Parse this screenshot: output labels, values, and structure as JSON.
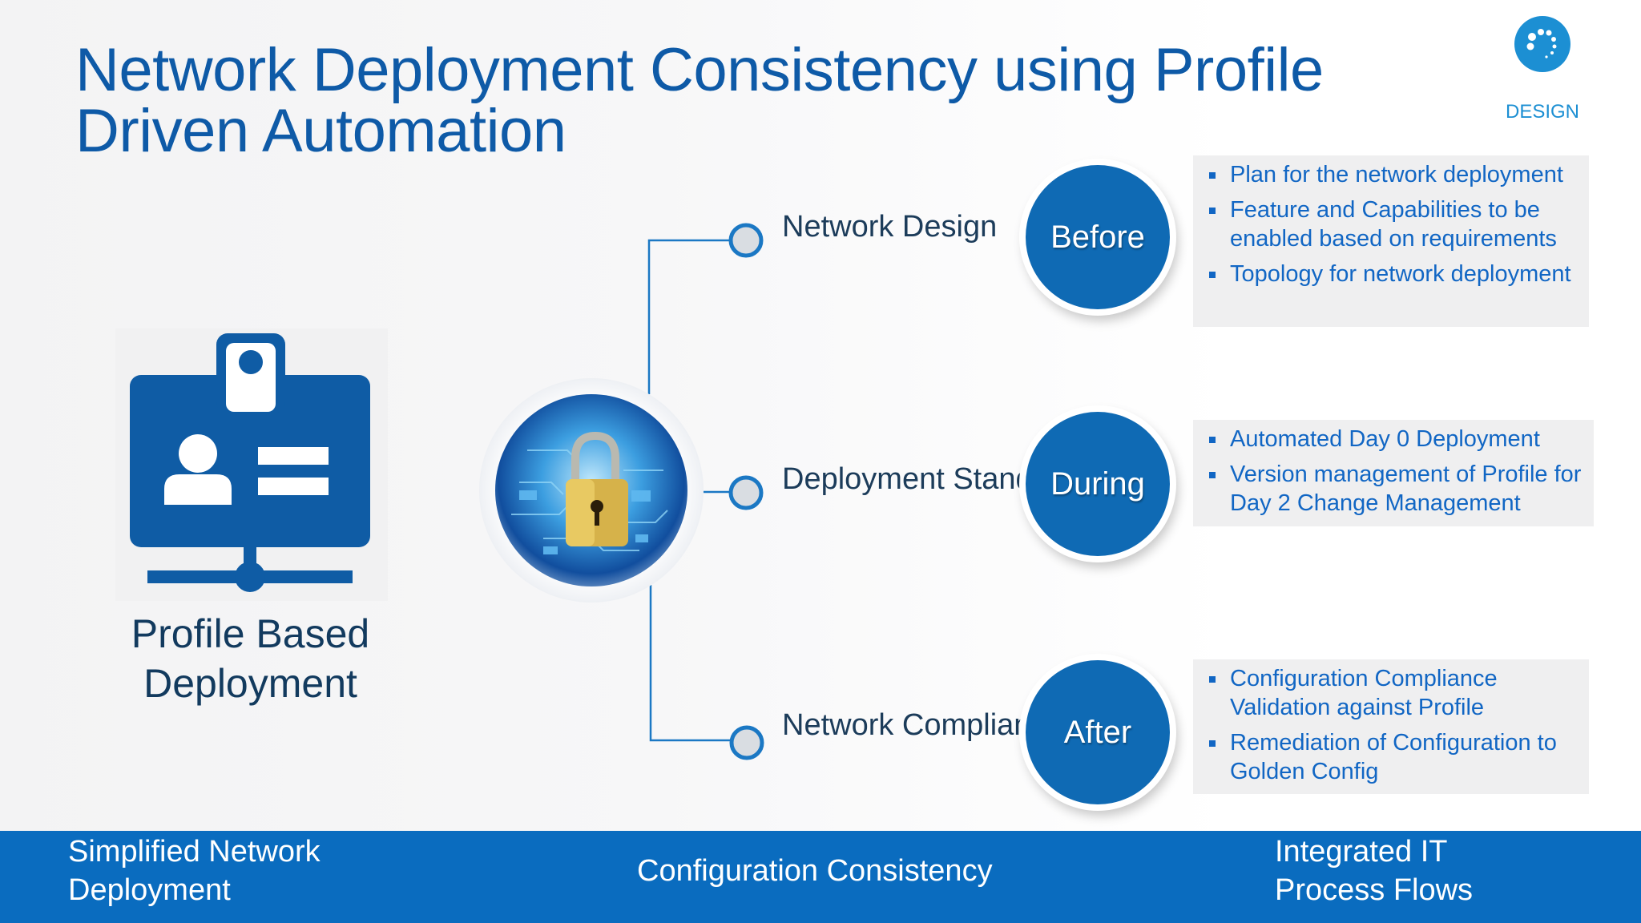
{
  "slide": {
    "title": "Network Deployment Consistency using Profile Driven Automation",
    "brand": {
      "label": "DESIGN",
      "icon": "dotted-ring-icon",
      "color": "#1c8fd3"
    },
    "left_panel": {
      "icon": "id-badge-network-icon",
      "label": "Profile Based Deployment"
    },
    "hub": {
      "icon": "padlock-circuit-icon"
    },
    "nodes": [
      {
        "label": "Network Design",
        "phase": "Before",
        "bullets": [
          "Plan for the network deployment",
          "Feature and Capabilities to be enabled based on requirements",
          "Topology for network deployment"
        ]
      },
      {
        "label": "Deployment Standardization",
        "phase": "During",
        "bullets": [
          "Automated Day 0 Deployment",
          "Version management of Profile for Day 2 Change Management"
        ]
      },
      {
        "label": "Network Compliance",
        "phase": "After",
        "bullets": [
          "Configuration Compliance Validation against Profile",
          "Remediation of Configuration to Golden Config"
        ]
      }
    ],
    "bottom_bar": {
      "left": "Simplified Network Deployment",
      "center": "Configuration Consistency",
      "right": "Integrated IT Process Flows"
    },
    "colors": {
      "title": "#0e5aa7",
      "phase_circle": "#0f6ab4",
      "bullet_text": "#1166c4",
      "bottom_bar": "#0a6cbf"
    }
  }
}
